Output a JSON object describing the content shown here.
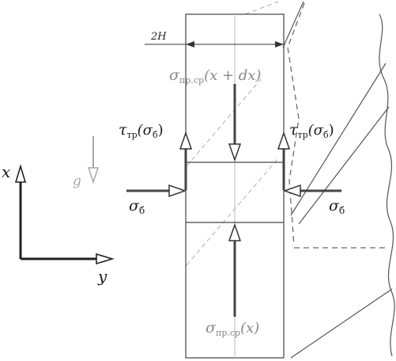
{
  "labels": {
    "width_dim": "2H",
    "stress_top_sym": "σ",
    "stress_top_sub": "пр.ср",
    "stress_top_arg": "(x + dx)",
    "stress_bottom_sym": "σ",
    "stress_bottom_sub": "пр.ср",
    "stress_bottom_arg": "(x)",
    "friction_left_sym": "τ",
    "friction_left_sub": "тр",
    "friction_left_arg": "(σ",
    "friction_left_arg_sub": "б",
    "friction_left_close": ")",
    "friction_right_sym": "τ",
    "friction_right_sub": "тр",
    "friction_right_arg": "(σ",
    "friction_right_arg_sub": "б",
    "friction_right_close": ")",
    "side_left_sym": "σ",
    "side_left_sub": "б",
    "side_right_sym": "σ",
    "side_right_sub": "б",
    "gravity": "g",
    "axis_x": "x",
    "axis_y": "y"
  },
  "colors": {
    "line": "#3a3a3a",
    "arrow": "#4a4a4a",
    "dashed": "#6a6a6a",
    "faint": "#a8a8a8",
    "text": "#1a1a1a"
  }
}
